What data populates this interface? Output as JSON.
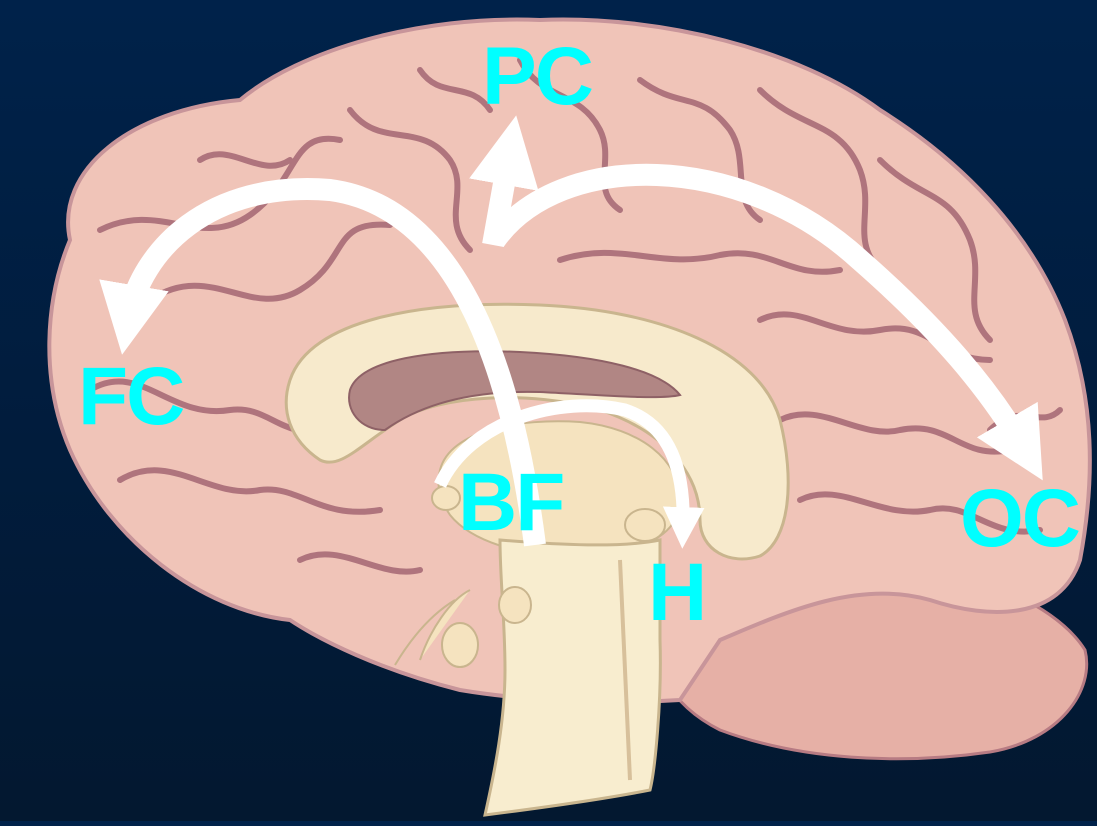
{
  "labels": {
    "pc": "PC",
    "fc": "FC",
    "bf": "BF",
    "h": "H",
    "oc": "OC"
  },
  "colors": {
    "background_top": "#00224a",
    "background_bottom": "#031830",
    "label": "#00ffff",
    "arrow": "#ffffff",
    "cortex": "#f0c4b8",
    "sulcus": "#9a5a6a",
    "midbrain": "#f7eacc"
  },
  "diagram": {
    "source_node": "BF",
    "connections": [
      {
        "from": "BF",
        "to": "PC"
      },
      {
        "from": "BF",
        "to": "FC"
      },
      {
        "from": "BF",
        "to": "OC"
      },
      {
        "from": "BF",
        "to": "H"
      }
    ]
  }
}
